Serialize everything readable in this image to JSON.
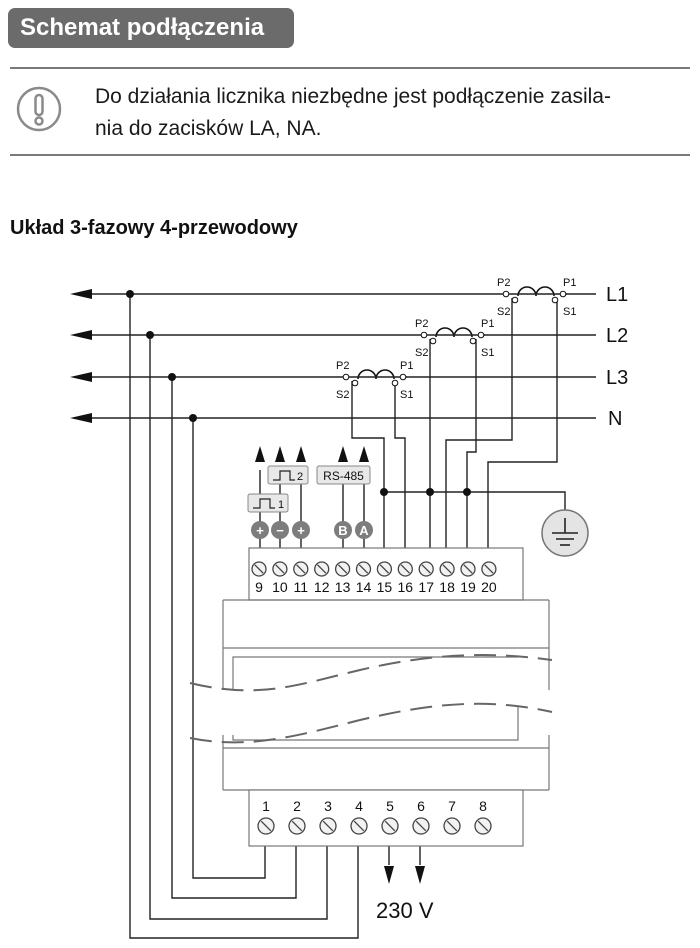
{
  "header": {
    "title": "Schemat podłączenia"
  },
  "notice": {
    "icon": "exclamation-circle-icon",
    "line1": "Do działania licznika niezbędne jest podłączenie zasila-",
    "line2": "nia do zacisków LA, NA."
  },
  "diagram": {
    "title": "Układ 3-fazowy 4-przewodowy",
    "lines": [
      "L1",
      "L2",
      "L3",
      "N"
    ],
    "ct_labels": {
      "p2": "P2",
      "p1": "P1",
      "s2": "S2",
      "s1": "S1"
    },
    "pulse_labels": [
      "1",
      "2"
    ],
    "rs485": "RS-485",
    "polarity_symbols": [
      "+",
      "−",
      "+",
      "B",
      "A"
    ],
    "top_terminals": [
      "9",
      "10",
      "11",
      "12",
      "13",
      "14",
      "15",
      "16",
      "17",
      "18",
      "19",
      "20"
    ],
    "bottom_terminals": [
      "1",
      "2",
      "3",
      "4",
      "5",
      "6",
      "7",
      "8"
    ],
    "supply_voltage": "230 V",
    "earth_icon": "ground-icon"
  }
}
